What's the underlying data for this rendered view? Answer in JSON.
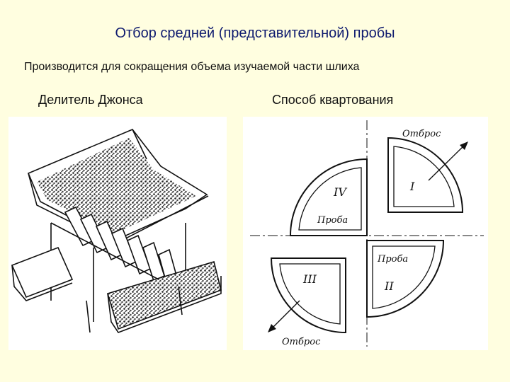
{
  "slide": {
    "title": "Отбор средней (представительной) пробы",
    "subtitle": "Производится для сокращения объема изучаемой части шлиха",
    "left_caption": "Делитель Джонса",
    "right_caption": "Способ квартования"
  },
  "quartering": {
    "label_reject": "Отброс",
    "label_sample": "Проба",
    "label_q1": "I",
    "label_q2": "II",
    "label_q3": "III",
    "label_q4": "IV"
  }
}
